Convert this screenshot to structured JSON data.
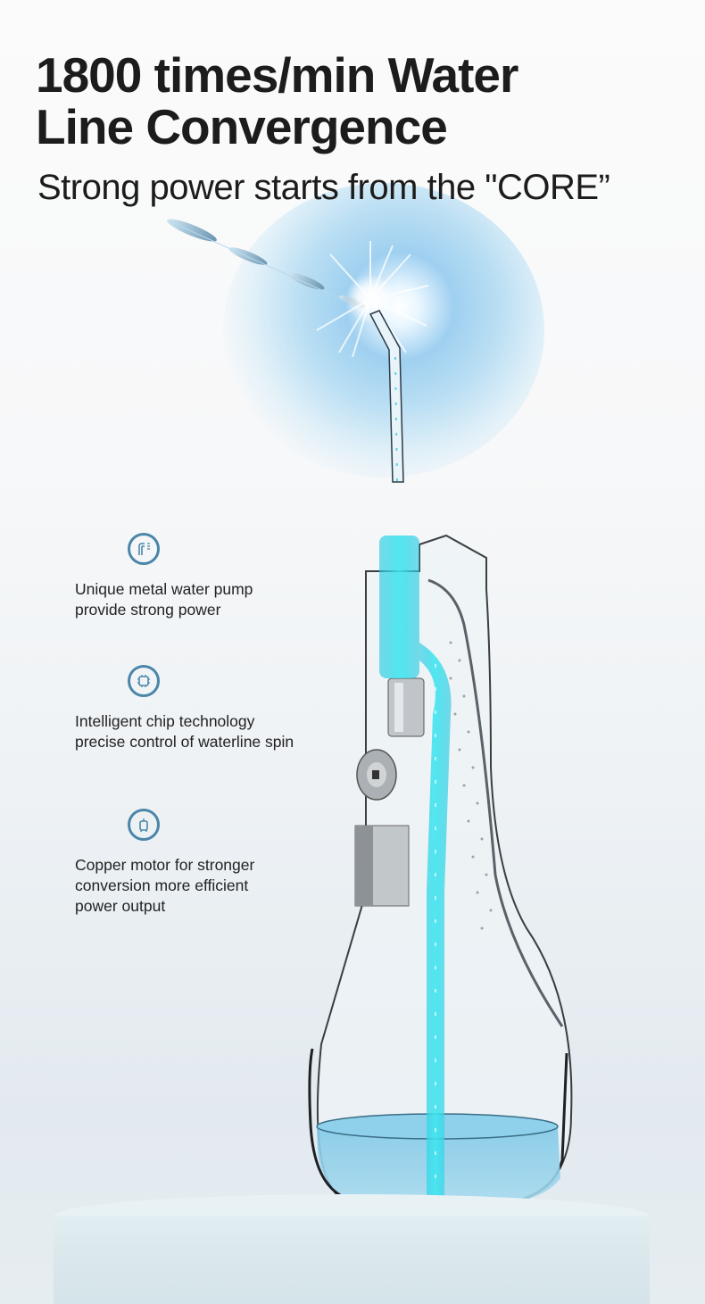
{
  "headline": {
    "line1": "1800 times/min Water",
    "line2": "Line Convergence"
  },
  "subtitle": "Strong power starts from the \"CORE”",
  "features": [
    {
      "icon": "water-pump-icon",
      "text": "Unique metal water pump\nprovide strong power"
    },
    {
      "icon": "chip-icon",
      "text": "Intelligent chip technology\nprecise control of waterline spin"
    },
    {
      "icon": "motor-icon",
      "text": "Copper motor for stronger\nconversion more efficient\npower output"
    }
  ],
  "colors": {
    "headline_text": "#1c1c1c",
    "icon_ring": "#4a86a8",
    "water_stream": "#2fd8e6",
    "reservoir_water": "#8fd0ea",
    "glow": "#9fd0f0"
  }
}
